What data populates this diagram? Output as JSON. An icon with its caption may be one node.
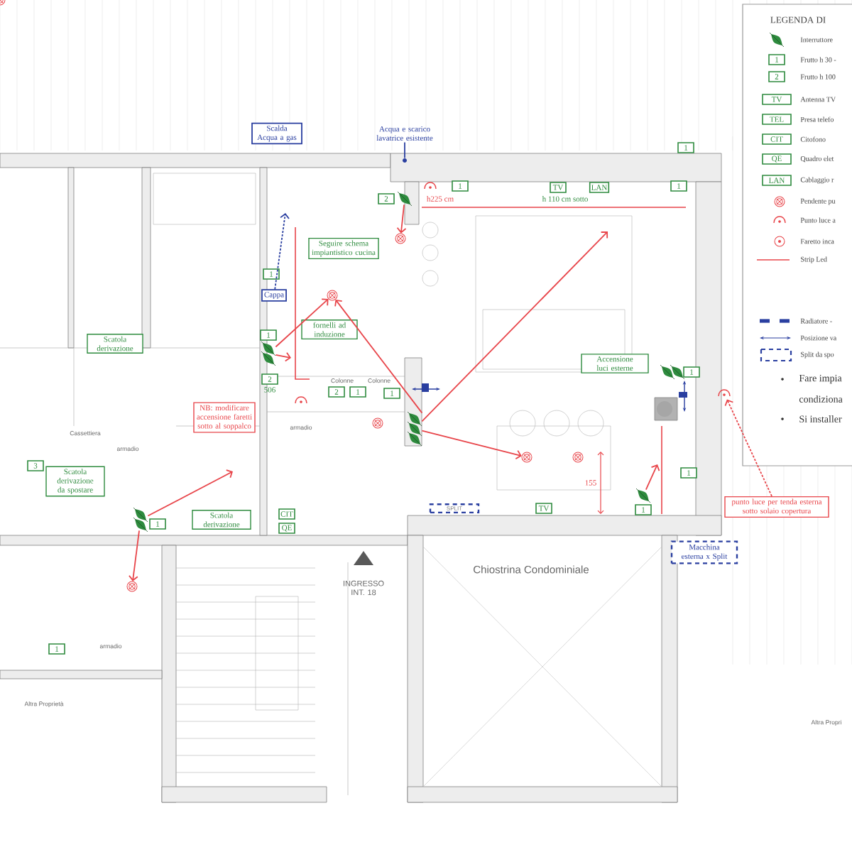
{
  "diagram": {
    "nodes": [
      {
        "text": [
          "Scalda Acqua a gas"
        ]
      },
      {
        "text": [
          "Acqua e scarico lavatrice esistente"
        ]
      },
      {
        "text": [],
        "shape": "circle"
      },
      {
        "text": [
          "Seguire schema impiantistico cucina"
        ]
      },
      {
        "text": [
          "fornelli ad induzione"
        ]
      },
      {
        "text": [
          "Cappa"
        ]
      },
      {
        "text": [
          "Scatola derivazione"
        ]
      },
      {
        "text": [
          "NB: modificare accensione faretti sotto al soppalco"
        ]
      },
      {
        "text": [
          "Scatola derivazione da spostare"
        ]
      },
      {
        "text": [
          "Scatola derivazione"
        ]
      },
      {
        "text": [
          "CIT"
        ]
      },
      {
        "text": [
          "QE"
        ]
      },
      {
        "text": [
          "Accensione luci esterne"
        ]
      },
      {
        "text": [
          "punto luce per tenda esterna sotto solaio copertura"
        ]
      },
      {
        "text": [
          "Macchina esterna x Split"
        ]
      },
      {
        "text": [
          "SPLIT"
        ]
      },
      {
        "text": [
          "TV"
        ]
      },
      {
        "text": [
          "1"
        ]
      },
      {
        "text": [
          "1"
        ]
      },
      {
        "text": [
          "TV"
        ]
      },
      {
        "text": [
          "LAN"
        ]
      },
      {
        "text": [
          "1"
        ]
      },
      {
        "text": [
          "2"
        ]
      },
      {
        "text": [
          "1"
        ]
      },
      {
        "text": [
          "1"
        ]
      },
      {
        "text": [
          "2"
        ],
        "beside": [
          "506"
        ]
      },
      {
        "text": [
          "2"
        ]
      },
      {
        "text": [
          "1"
        ]
      },
      {
        "text": [
          "1"
        ]
      },
      {
        "text": [
          "1"
        ]
      },
      {
        "text": [
          "1"
        ]
      },
      {
        "text": [
          "1"
        ]
      },
      {
        "text": [
          "3"
        ]
      },
      {
        "text": [
          "1"
        ]
      },
      {
        "text": [
          "1"
        ]
      },
      {
        "text": [],
        "shape": "switch"
      },
      {
        "text": [],
        "shape": "lamp"
      },
      {
        "text": [],
        "shape": "switch"
      },
      {
        "text": [],
        "shape": "lamp"
      },
      {
        "text": [],
        "shape": "lamp"
      },
      {
        "text": [],
        "shape": "switch"
      },
      {
        "text": [],
        "shape": "lamp"
      },
      {
        "text": [],
        "shape": "switch"
      },
      {
        "text": [],
        "shape": "lamp"
      },
      {
        "text": [],
        "shape": "switch"
      },
      {
        "text": [],
        "shape": "light"
      }
    ],
    "edges": [
      {
        "from": 1,
        "to": 2,
        "arrow": "none",
        "color": "#2a3fa0"
      },
      {
        "from": 35,
        "to": 36,
        "arrow": "to"
      },
      {
        "from": 35,
        "to": null,
        "arrow": "to"
      },
      {
        "from": 37,
        "to": 36,
        "arrow": "to"
      },
      {
        "from": 37,
        "to": null,
        "arrow": "to"
      },
      {
        "from": 37,
        "to": 38,
        "arrow": "to"
      },
      {
        "from": 40,
        "to": 41,
        "arrow": "to"
      },
      {
        "from": 42,
        "to": null,
        "arrow": "to"
      },
      {
        "from": 42,
        "to": 43,
        "arrow": "to"
      },
      {
        "from": 44,
        "to": null,
        "arrow": "to"
      },
      {
        "from": 13,
        "to": 45,
        "arrow": "to",
        "style": "dashed"
      },
      {
        "from": 5,
        "to": null,
        "arrow": "to",
        "style": "dashed",
        "color": "#2a3fa0"
      }
    ],
    "labels": [
      "h225 cm",
      "h 110 cm sotto",
      "Colonne",
      "Colonne",
      "Cassettiera",
      "armadio",
      "armadio",
      "armadio",
      "155",
      "INGRESSO INT. 18",
      "Chiostrina Condominiale",
      "Altra Proprietà",
      "Altra Propri",
      "LEGENDA DI",
      "1",
      "2",
      "TV",
      "TEL",
      "CIT",
      "QE",
      "LAN",
      "Fare impia",
      "condiziona",
      "Si installer"
    ],
    "legend": [
      {
        "text": "Interruttore"
      },
      {
        "text": "Frutto h 30 -"
      },
      {
        "text": "Frutto h 100"
      },
      {
        "text": "Antenna TV"
      },
      {
        "text": "Presa telefo"
      },
      {
        "text": "Citofono"
      },
      {
        "text": "Quadro elet"
      },
      {
        "text": "Cablaggio r"
      },
      {
        "text": "Pendente pu"
      },
      {
        "text": "Punto luce a"
      },
      {
        "text": "Faretto inca"
      },
      {
        "text": "Strip Led"
      },
      {
        "text": "Radiatore -"
      },
      {
        "text": "Posizione va"
      },
      {
        "text": "Split da spo"
      }
    ]
  }
}
